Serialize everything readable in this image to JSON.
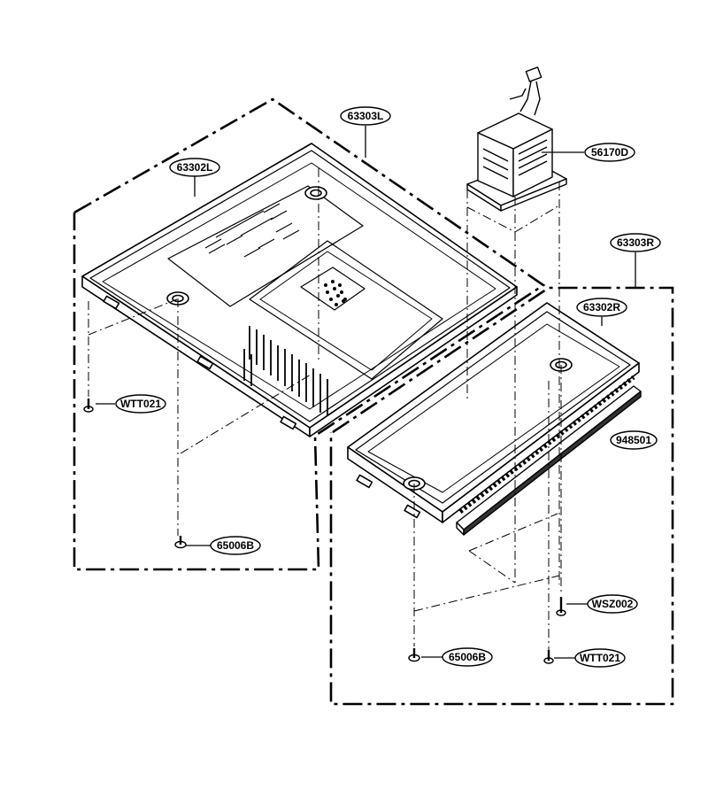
{
  "diagram": {
    "labels": {
      "base_plate_left": "63302L",
      "base_frame_left": "63303L",
      "transformer": "56170D",
      "base_frame_right": "63303R",
      "base_plate_right": "63302R",
      "gasket": "948501",
      "screw_left": "WTT021",
      "foot_left": "65006B",
      "screw_wsz": "WSZ002",
      "foot_right": "65006B",
      "screw_right": "WTT021"
    }
  }
}
